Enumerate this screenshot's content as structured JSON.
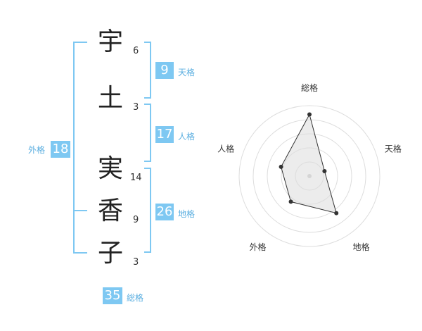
{
  "name": {
    "chars": [
      {
        "char": "宇",
        "strokes": "6"
      },
      {
        "char": "土",
        "strokes": "3"
      },
      {
        "char": "実",
        "strokes": "14"
      },
      {
        "char": "香",
        "strokes": "9"
      },
      {
        "char": "子",
        "strokes": "3"
      }
    ]
  },
  "kakusu": {
    "tenkaku": {
      "value": "9",
      "label": "天格"
    },
    "jinkaku": {
      "value": "17",
      "label": "人格"
    },
    "chikaku": {
      "value": "26",
      "label": "地格"
    },
    "gaikaku": {
      "value": "18",
      "label": "外格"
    },
    "soukaku": {
      "value": "35",
      "label": "総格"
    }
  },
  "colors": {
    "accent": "#7ec8f2",
    "label": "#5aaee0"
  },
  "chart_data": {
    "type": "radar",
    "axes": [
      "総格",
      "天格",
      "地格",
      "外格",
      "人格"
    ],
    "values": [
      35,
      9,
      26,
      18,
      17
    ]
  }
}
